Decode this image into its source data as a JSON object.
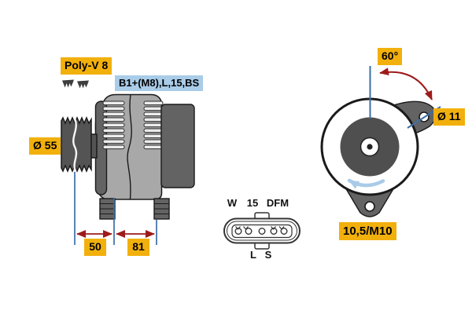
{
  "labels": {
    "belt_type": "Poly-V 8",
    "terminals": "B1+(M8),L,15,BS",
    "pulley_diameter": "Ø 55",
    "dim_pulley_to_mount": "50",
    "dim_mount_span": "81",
    "mount_angle": "60°",
    "ear_hole_diameter": "Ø 11",
    "lug_hole_size": "10,5/M10"
  },
  "connector": {
    "top_pins": [
      "W",
      "15",
      "DFM"
    ],
    "bottom_pins": [
      "L",
      "S"
    ]
  },
  "icons": {
    "belt_profile": "belt-profile-icon",
    "rotation_direction": "rotation-arrow-icon",
    "angle_arc": "angle-arc-arrow"
  },
  "colors": {
    "label_yellow": "#F2B00D",
    "label_blue": "#A9CCE8",
    "dimension_red": "#9E1B1B",
    "line_blue": "#3A6FA8",
    "rotation_blue": "#A9CBE8",
    "body_gray": "#A8A8A8",
    "dark_gray": "#636363",
    "pulley_gray": "#545454",
    "outline": "#1A1A1A"
  }
}
